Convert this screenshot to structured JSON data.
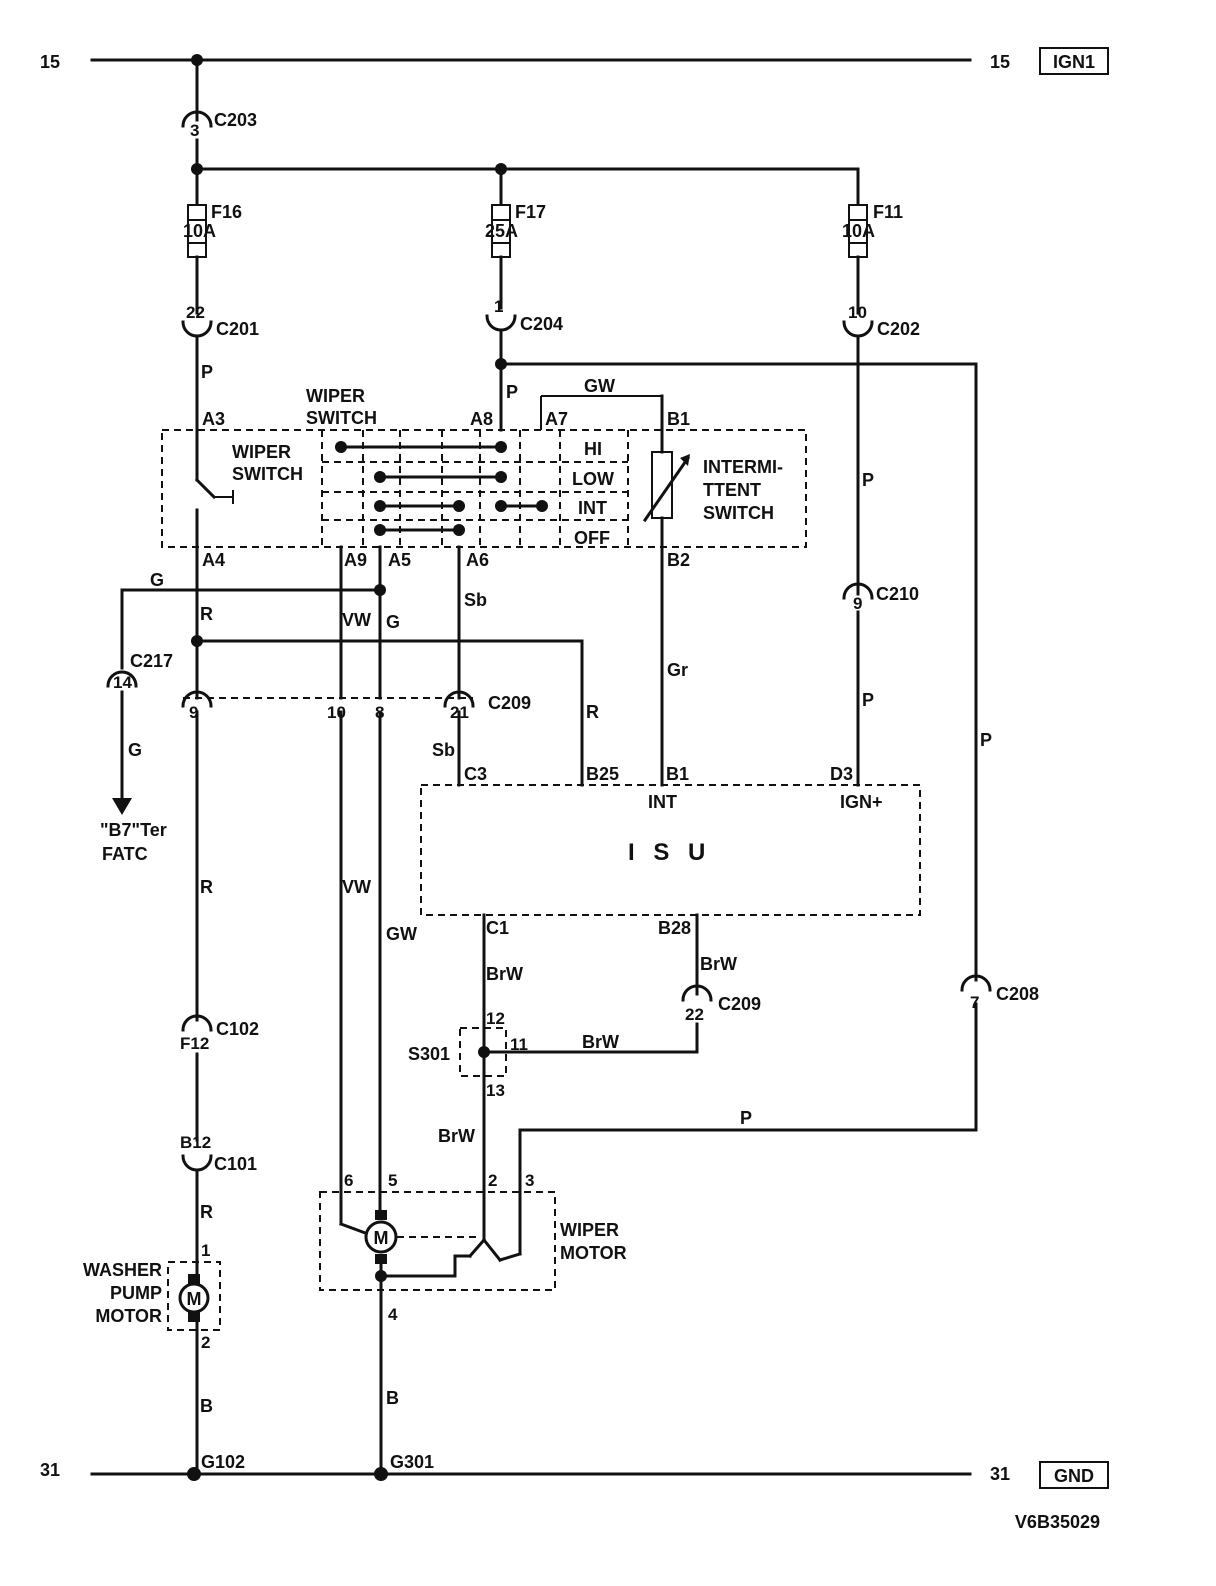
{
  "rails": {
    "top_left": "15",
    "top_right": "15",
    "top_tag": "IGN1",
    "bottom_left": "31",
    "bottom_right": "31",
    "bottom_tag": "GND"
  },
  "connectors": {
    "c203": "C203",
    "c203_pin": "3",
    "c201": "C201",
    "c201_pin": "22",
    "c204": "C204",
    "c204_pin": "1",
    "c202": "C202",
    "c202_pin": "10",
    "c210": "C210",
    "c210_pin": "9",
    "c217": "C217",
    "c217_pin": "14",
    "c209_top": "C209",
    "c209_p9": "9",
    "c209_p10": "10",
    "c209_p8": "8",
    "c209_p21": "21",
    "c209_right": "C209",
    "c209_right_pin": "22",
    "c208": "C208",
    "c208_pin": "7",
    "c102": "C102",
    "c102_pin": "F12",
    "c101": "C101",
    "c101_pin": "B12",
    "s301": "S301",
    "s301_p12": "12",
    "s301_p11": "11",
    "s301_p13": "13"
  },
  "fuses": {
    "f16": "F16",
    "f16_rating": "10A",
    "f17": "F17",
    "f17_rating": "25A",
    "f11": "F11",
    "f11_rating": "10A"
  },
  "wires": {
    "p1": "P",
    "p2": "P",
    "p3": "P",
    "p4": "P",
    "p5": "P",
    "p6": "P",
    "gw_top": "GW",
    "g_left": "G",
    "g_down": "G",
    "g_a5": "G",
    "r1": "R",
    "r2": "R",
    "r3": "R",
    "r4": "R",
    "vw1": "VW",
    "vw2": "VW",
    "sb1": "Sb",
    "sb2": "Sb",
    "gr": "Gr",
    "gw_low": "GW",
    "brw1": "BrW",
    "brw2": "BrW",
    "brw3": "BrW",
    "brw4": "BrW",
    "b1": "B",
    "b2": "B"
  },
  "wiper_switch": {
    "heading_l1": "WIPER",
    "heading_l2": "SWITCH",
    "inner_l1": "WIPER",
    "inner_l2": "SWITCH",
    "pos_hi": "HI",
    "pos_low": "LOW",
    "pos_int": "INT",
    "pos_off": "OFF",
    "int_l1": "INTERMI-",
    "int_l2": "TTENT",
    "int_l3": "SWITCH",
    "pins": {
      "a3": "A3",
      "a8": "A8",
      "a7": "A7",
      "b1": "B1",
      "a4": "A4",
      "a9": "A9",
      "a5": "A5",
      "a6": "A6",
      "b2": "B2"
    }
  },
  "isu": {
    "title": "I S U",
    "pins": {
      "c3": "C3",
      "b25": "B25",
      "b1": "B1",
      "d3": "D3",
      "c1": "C1",
      "b28": "B28"
    },
    "int_label": "INT",
    "ign_label": "IGN+"
  },
  "wiper_motor": {
    "l1": "WIPER",
    "l2": "MOTOR",
    "m": "M",
    "pins": {
      "p6": "6",
      "p5": "5",
      "p2": "2",
      "p3": "3",
      "p4": "4"
    }
  },
  "washer_pump": {
    "l1": "WASHER",
    "l2": "PUMP",
    "l3": "MOTOR",
    "m": "M",
    "pins": {
      "p1": "1",
      "p2": "2"
    }
  },
  "fatc": {
    "l1": "\"B7\"Ter",
    "l2": "FATC"
  },
  "grounds": {
    "g102": "G102",
    "g301": "G301"
  },
  "figure_id": "V6B35029"
}
